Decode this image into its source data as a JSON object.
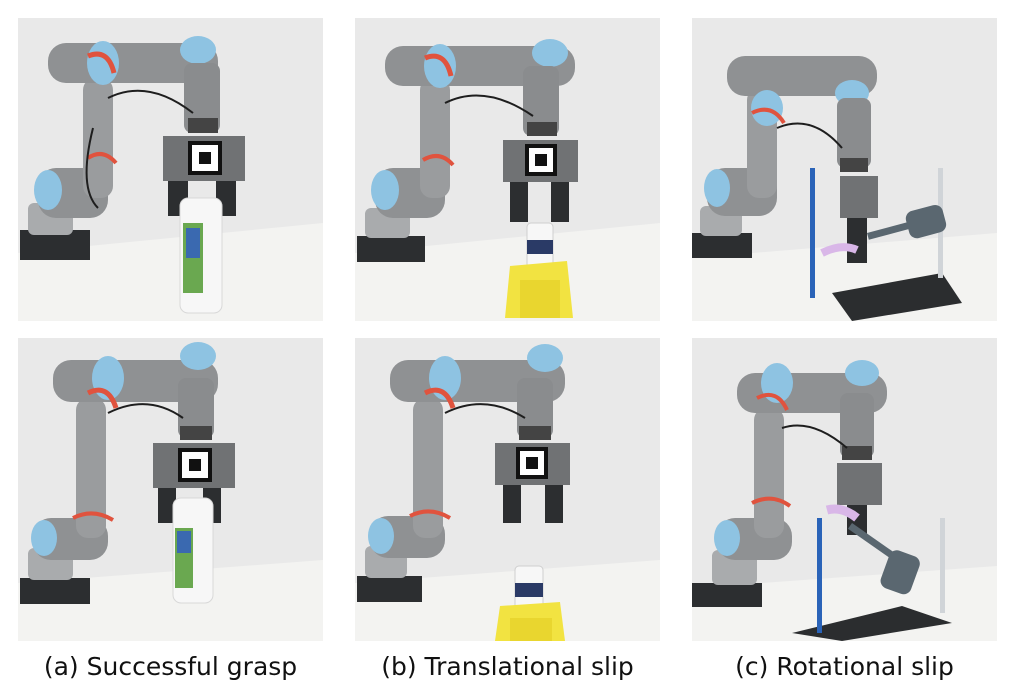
{
  "captions": {
    "a": "(a) Successful grasp",
    "b": "(b) Translational slip",
    "c": "(c) Rotational slip"
  },
  "colors": {
    "wall": "#e9e9e9",
    "table": "#f3f3f1",
    "robot_gray": "#8f9193",
    "robot_dark": "#5f6163",
    "joint_cap": "#8ec3e2",
    "strap": "#e0533e",
    "bottle": "#f7f7f7",
    "stand": "#f2e341",
    "spatula": "#5a6770",
    "board": "#2b2d2f",
    "rod": "#2a63b8"
  }
}
